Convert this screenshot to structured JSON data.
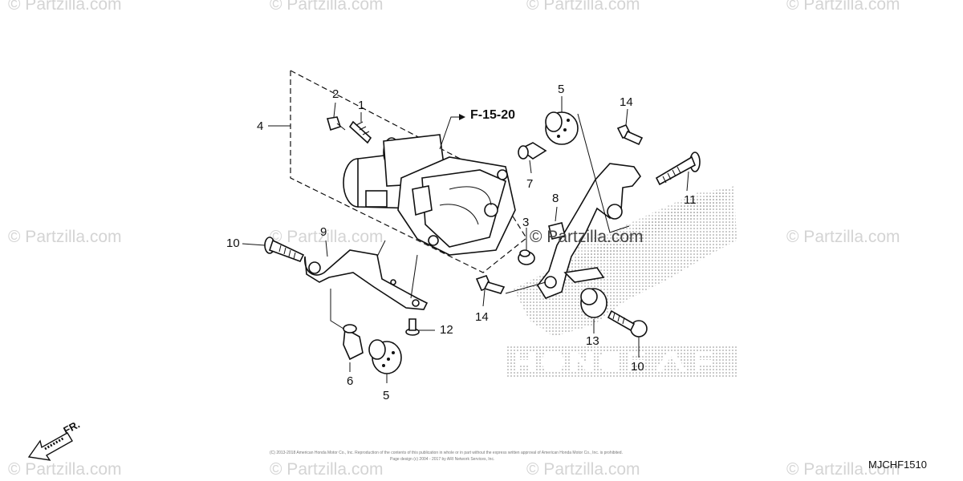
{
  "watermark": "© Partzilla.com",
  "center_watermark": "© Partzilla.com",
  "reference": "F-15-20",
  "diagram_code": "MJCHF1510",
  "front_arrow_label": "FR.",
  "copyright_lines": [
    "(C) 2013-2018 American Honda Motor Co., Inc. Reproduction of the contents of this publication in whole or in part without the express written approval of American Honda Motor Co., Inc. is prohibited.",
    "Page design (c) 2004 - 2017 by ARI Network Services, Inc."
  ],
  "callouts": {
    "c1": "1",
    "c2": "2",
    "c3": "3",
    "c4": "4",
    "c5a": "5",
    "c5b": "5",
    "c6": "6",
    "c7": "7",
    "c8": "8",
    "c9": "9",
    "c10a": "10",
    "c10b": "10",
    "c11": "11",
    "c12": "12",
    "c13": "13",
    "c14a": "14",
    "c14b": "14"
  },
  "colors": {
    "line": "#111111",
    "watermark": "#d4d4d4",
    "halftone": "#9a9a9a"
  }
}
